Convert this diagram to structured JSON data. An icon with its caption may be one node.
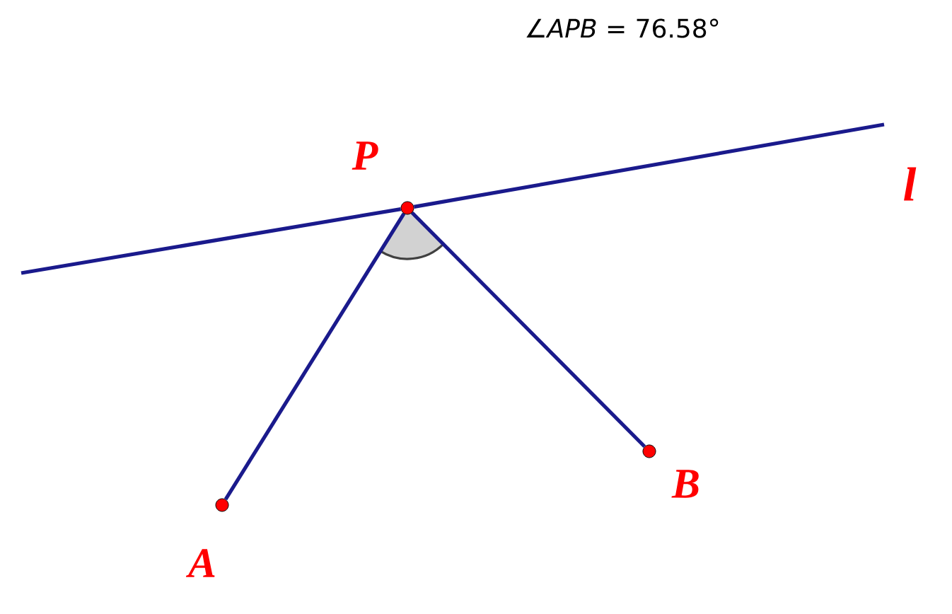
{
  "diagram": {
    "nodes": [
      {
        "text": [
          "P"
        ]
      },
      {
        "text": [
          "A"
        ]
      },
      {
        "text": [
          "B"
        ]
      }
    ],
    "edges": [
      {
        "from": null,
        "to": 0,
        "arrow": "none"
      },
      {
        "from": 0,
        "to": null,
        "arrow": "none"
      },
      {
        "from": 0,
        "to": 1,
        "arrow": "none"
      },
      {
        "from": 0,
        "to": 2,
        "arrow": "none"
      }
    ],
    "labels": [
      "∠*APB* = 76.58°",
      "l"
    ]
  }
}
